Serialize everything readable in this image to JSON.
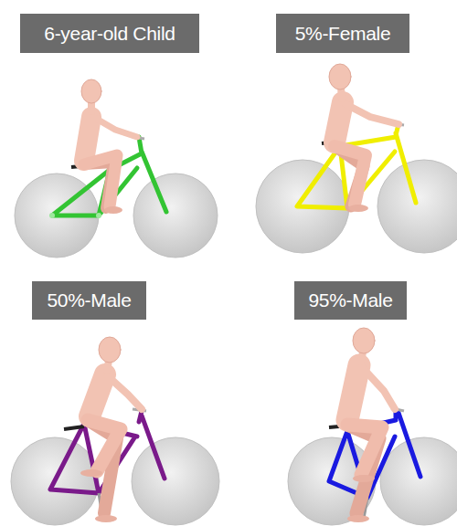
{
  "diagram": {
    "nodes": [
      {
        "text": [
          "6-year-old Child"
        ]
      },
      {
        "text": [
          "5%-Female"
        ]
      },
      {
        "text": [
          "50%-Male"
        ]
      },
      {
        "text": [
          "95%-Male"
        ]
      }
    ]
  }
}
